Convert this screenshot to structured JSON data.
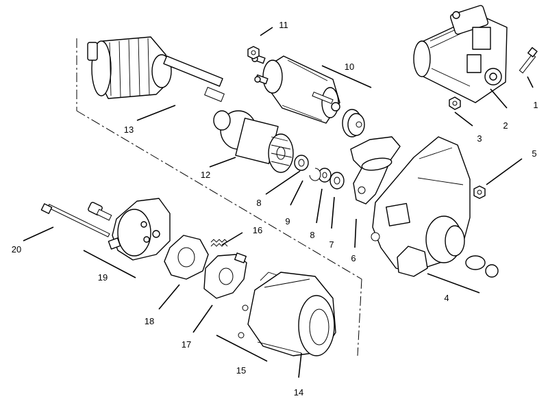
{
  "callouts": [
    {
      "id": "1",
      "label": "1"
    },
    {
      "id": "2",
      "label": "2"
    },
    {
      "id": "3",
      "label": "3"
    },
    {
      "id": "4",
      "label": "4"
    },
    {
      "id": "5",
      "label": "5"
    },
    {
      "id": "6",
      "label": "6"
    },
    {
      "id": "7",
      "label": "7"
    },
    {
      "id": "8a",
      "label": "8"
    },
    {
      "id": "8b",
      "label": "8"
    },
    {
      "id": "9",
      "label": "9"
    },
    {
      "id": "10",
      "label": "10"
    },
    {
      "id": "11",
      "label": "11"
    },
    {
      "id": "12",
      "label": "12"
    },
    {
      "id": "13",
      "label": "13"
    },
    {
      "id": "14",
      "label": "14"
    },
    {
      "id": "15",
      "label": "15"
    },
    {
      "id": "16",
      "label": "16"
    },
    {
      "id": "17",
      "label": "17"
    },
    {
      "id": "18",
      "label": "18"
    },
    {
      "id": "19",
      "label": "19"
    },
    {
      "id": "20",
      "label": "20"
    }
  ]
}
